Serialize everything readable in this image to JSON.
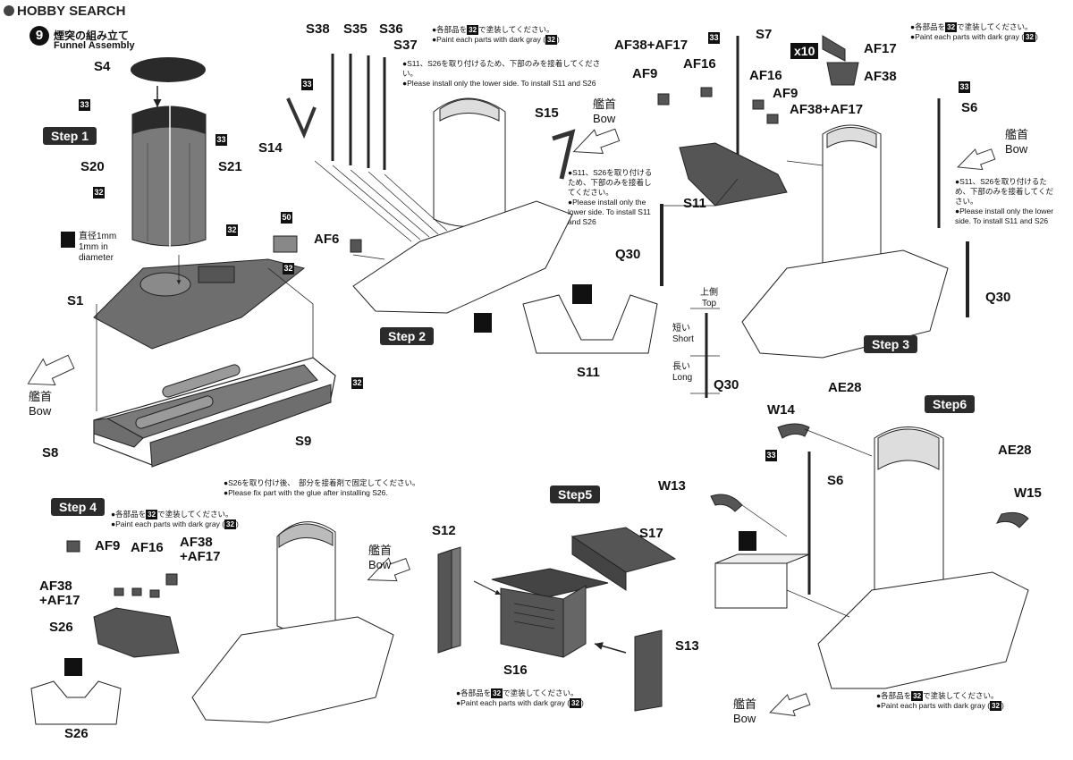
{
  "header": {
    "logo_text": "HOBBY SEARCH",
    "section_number": "9",
    "title_jp": "煙突の組み立て",
    "title_en": "Funnel Assembly"
  },
  "steps": {
    "step1": "Step 1",
    "step2": "Step 2",
    "step3": "Step 3",
    "step4": "Step 4",
    "step5": "Step5",
    "step6": "Step6"
  },
  "bow": {
    "jp": "艦首",
    "en": "Bow"
  },
  "paint_notes": {
    "jp": "各部品を",
    "jp_tail": "で塗装してください。",
    "en": "Paint each parts with dark gray",
    "code": "32"
  },
  "install_note": {
    "jp": "S11、S26を取り付けるため、下部のみを接着してください。",
    "en": "Please install only the lower side. To install S11 and S26"
  },
  "glue_note": {
    "jp": "S26を取り付け後、　部分を接着剤で固定してください。",
    "en": "Please fix   part with the glue after installing S26."
  },
  "drill_note": {
    "jp": "直径1mm",
    "en1": "1mm in",
    "en2": "diameter"
  },
  "length_note": {
    "top_jp": "上側",
    "top_en": "Top",
    "short_jp": "短い",
    "short_en": "Short",
    "long_jp": "長い",
    "long_en": "Long"
  },
  "multiplier": "x10",
  "paint_codes": {
    "dark_gray": "32",
    "flat_black": "33",
    "other": "50"
  },
  "parts": {
    "S4": "S4",
    "S20": "S20",
    "S21": "S21",
    "S1": "S1",
    "S8": "S8",
    "S9": "S9",
    "S38": "S38",
    "S35": "S35",
    "S36": "S36",
    "S37": "S37",
    "S14": "S14",
    "S15": "S15",
    "AF6": "AF6",
    "S11": "S11",
    "S7": "S7",
    "AF38_AF17": "AF38+AF17",
    "AF9": "AF9",
    "AF16": "AF16",
    "AF17": "AF17",
    "AF38": "AF38",
    "Q30": "Q30",
    "S6": "S6",
    "AE28": "AE28",
    "W14": "W14",
    "W13": "W13",
    "W15": "W15",
    "S26": "S26",
    "AF38_plus": "AF38",
    "AF17_plus": "+AF17",
    "S12": "S12",
    "S17": "S17",
    "S16": "S16",
    "S13": "S13"
  },
  "colors": {
    "part_gray": "#6e6e6e",
    "dark_part": "#3d3d3d",
    "line": "#222222",
    "badge": "#2b2b2b"
  }
}
